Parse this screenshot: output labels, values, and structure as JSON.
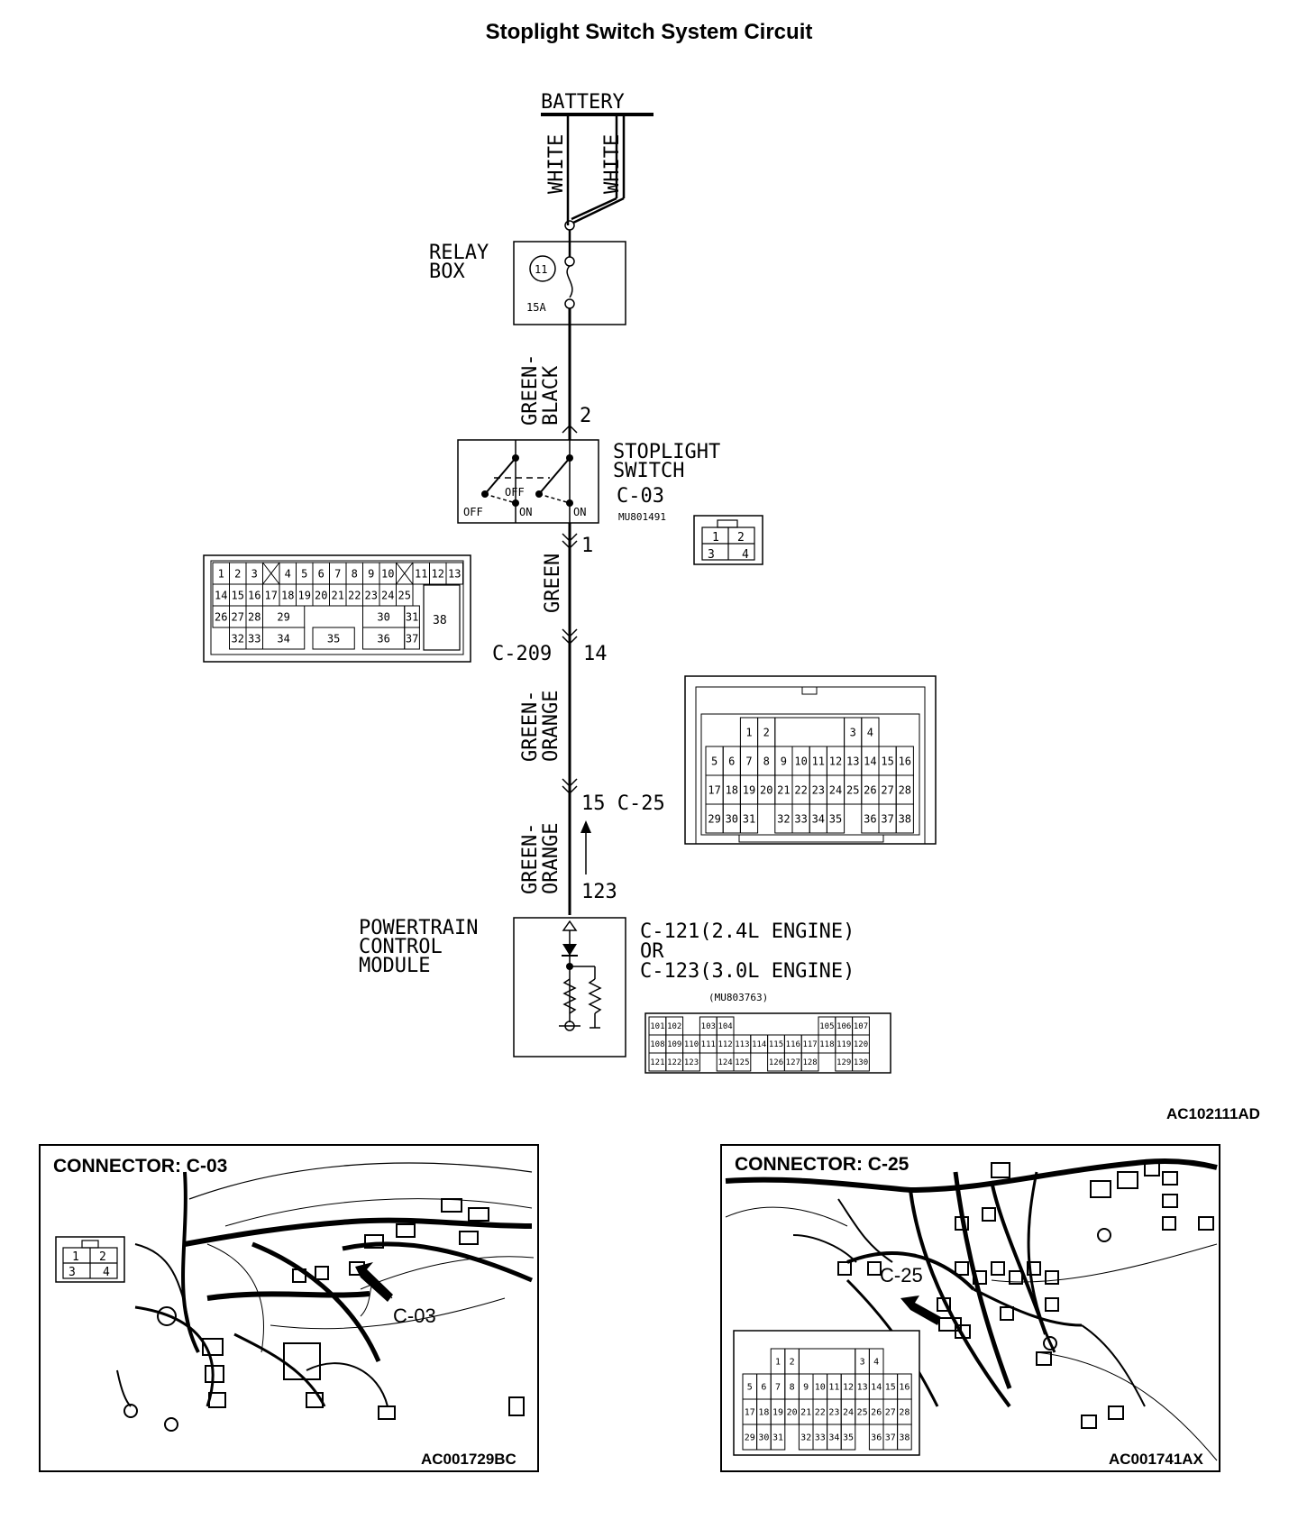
{
  "title": "Stoplight Switch System Circuit",
  "diagram_id": "AC102111AD",
  "labels": {
    "battery": "BATTERY",
    "wire_white_1": "WHITE",
    "wire_white_2": "WHITE",
    "relay_box_1": "RELAY",
    "relay_box_2": "BOX",
    "fuse_number": "11",
    "fuse_rating": "15A",
    "wire_green_black_1": "GREEN-",
    "wire_green_black_2": "BLACK",
    "pin_2": "2",
    "stoplight_1": "STOPLIGHT",
    "stoplight_2": "SWITCH",
    "c03": "C-03",
    "mu801491": "MU801491",
    "sw_off_top": "OFF",
    "sw_off": "OFF",
    "sw_on_1": "ON",
    "sw_on_2": "ON",
    "pin_1": "1",
    "wire_green": "GREEN",
    "c209": "C-209",
    "pin_14": "14",
    "wire_green_orange_a1": "GREEN-",
    "wire_green_orange_a2": "ORANGE",
    "pin_15_c25": "15 C-25",
    "wire_green_orange_b1": "GREEN-",
    "wire_green_orange_b2": "ORANGE",
    "pin_123": "123",
    "pcm_1": "POWERTRAIN",
    "pcm_2": "CONTROL",
    "pcm_3": "MODULE",
    "pcm_conn_1": "C-121(2.4L ENGINE)",
    "pcm_conn_2": "OR",
    "pcm_conn_3": "C-123(3.0L ENGINE)",
    "mu803763": "(MU803763)"
  },
  "c03_pins": [
    "1",
    "2",
    "3",
    "4"
  ],
  "c209_pins": {
    "row1": [
      "1",
      "2",
      "3",
      "4",
      "5",
      "6",
      "7",
      "8",
      "9",
      "10",
      "11",
      "12",
      "13"
    ],
    "row2": [
      "14",
      "15",
      "16",
      "17",
      "18",
      "19",
      "20",
      "21",
      "22",
      "23",
      "24",
      "25"
    ],
    "row3": [
      "26",
      "27",
      "28",
      "29",
      "30",
      "31"
    ],
    "row4": [
      "32",
      "33",
      "34",
      "35",
      "36",
      "37"
    ],
    "big": "38"
  },
  "c25_pins": {
    "row1": [
      "1",
      "2",
      "3",
      "4"
    ],
    "row2": [
      "5",
      "6",
      "7",
      "8",
      "9",
      "10",
      "11",
      "12",
      "13",
      "14",
      "15",
      "16"
    ],
    "row3": [
      "17",
      "18",
      "19",
      "20",
      "21",
      "22",
      "23",
      "24",
      "25",
      "26",
      "27",
      "28"
    ],
    "row4": [
      "29",
      "30",
      "31",
      "32",
      "33",
      "34",
      "35",
      "36",
      "37",
      "38"
    ]
  },
  "pcm_pins": {
    "row1": [
      "101",
      "102",
      "103",
      "104",
      "105",
      "106",
      "107"
    ],
    "row2": [
      "108",
      "109",
      "110",
      "111",
      "112",
      "113",
      "114",
      "115",
      "116",
      "117",
      "118",
      "119",
      "120"
    ],
    "row3": [
      "121",
      "122",
      "123",
      "124",
      "125",
      "126",
      "127",
      "128",
      "129",
      "130"
    ]
  },
  "panel_left": {
    "title": "CONNECTOR: C-03",
    "callout": "C-03",
    "image_id": "AC001729BC",
    "pins": [
      "1",
      "2",
      "3",
      "4"
    ]
  },
  "panel_right": {
    "title": "CONNECTOR: C-25",
    "callout": "C-25",
    "image_id": "AC001741AX"
  }
}
